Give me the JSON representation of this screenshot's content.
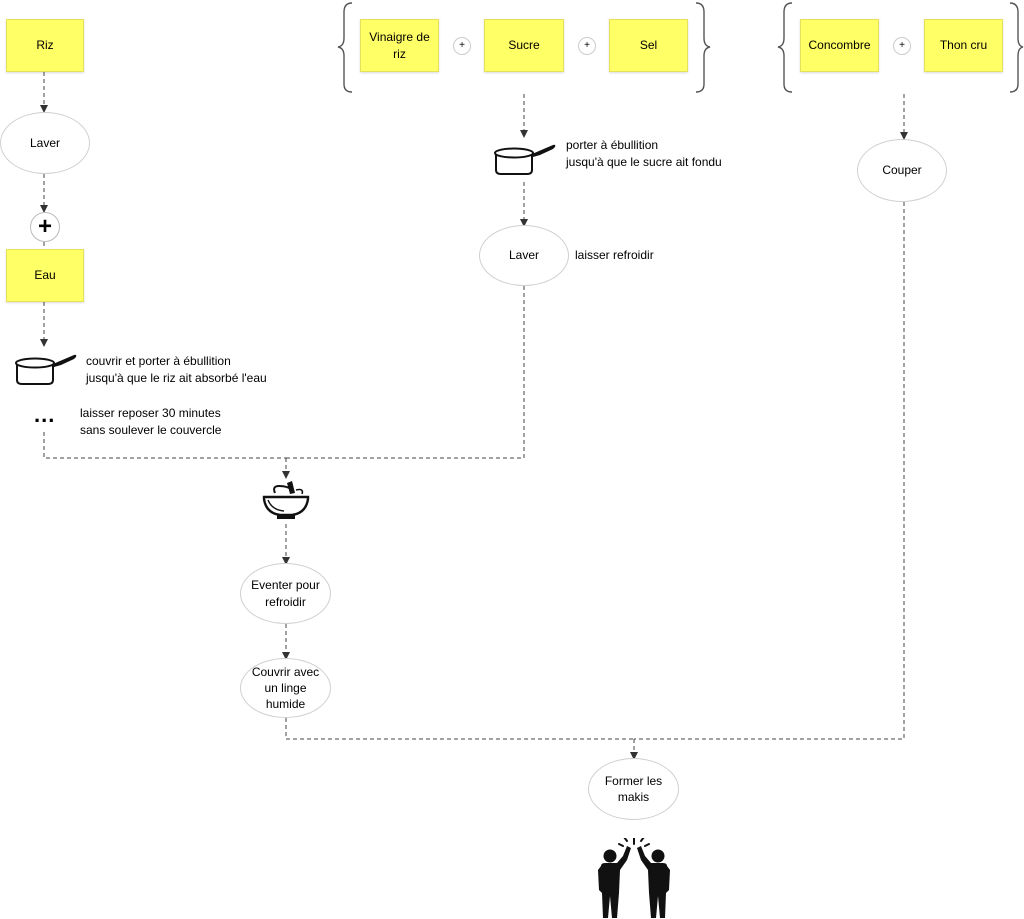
{
  "ingredients": {
    "riz": "Riz",
    "eau": "Eau",
    "vinaigre": "Vinaigre de riz",
    "sucre": "Sucre",
    "sel": "Sel",
    "concombre": "Concombre",
    "thon": "Thon cru"
  },
  "plus_small": "+",
  "plus_big": "+",
  "steps": {
    "laver_riz": "Laver",
    "laver_sauce": "Laver",
    "couper": "Couper",
    "eventer": "Eventer pour refroidir",
    "couvrir": "Couvrir avec un linge humide",
    "former": "Former les makis"
  },
  "notes": {
    "bouillir_riz": "couvrir et porter à ébullition\njusqu'à que le riz ait absorbé l'eau",
    "reposer": "laisser reposer 30 minutes\nsans soulever le couvercle",
    "bouillir_sauce": "porter à ébullition\njusqu'à que le sucre ait fondu",
    "refroidir": "laisser refroidir"
  },
  "dots": "...",
  "icons": {
    "pot": "saucepan-icon",
    "bowl": "mixing-bowl-icon",
    "celebration": "high-five-icon"
  },
  "colors": {
    "sticky": "#ffff66",
    "line": "#444444"
  }
}
